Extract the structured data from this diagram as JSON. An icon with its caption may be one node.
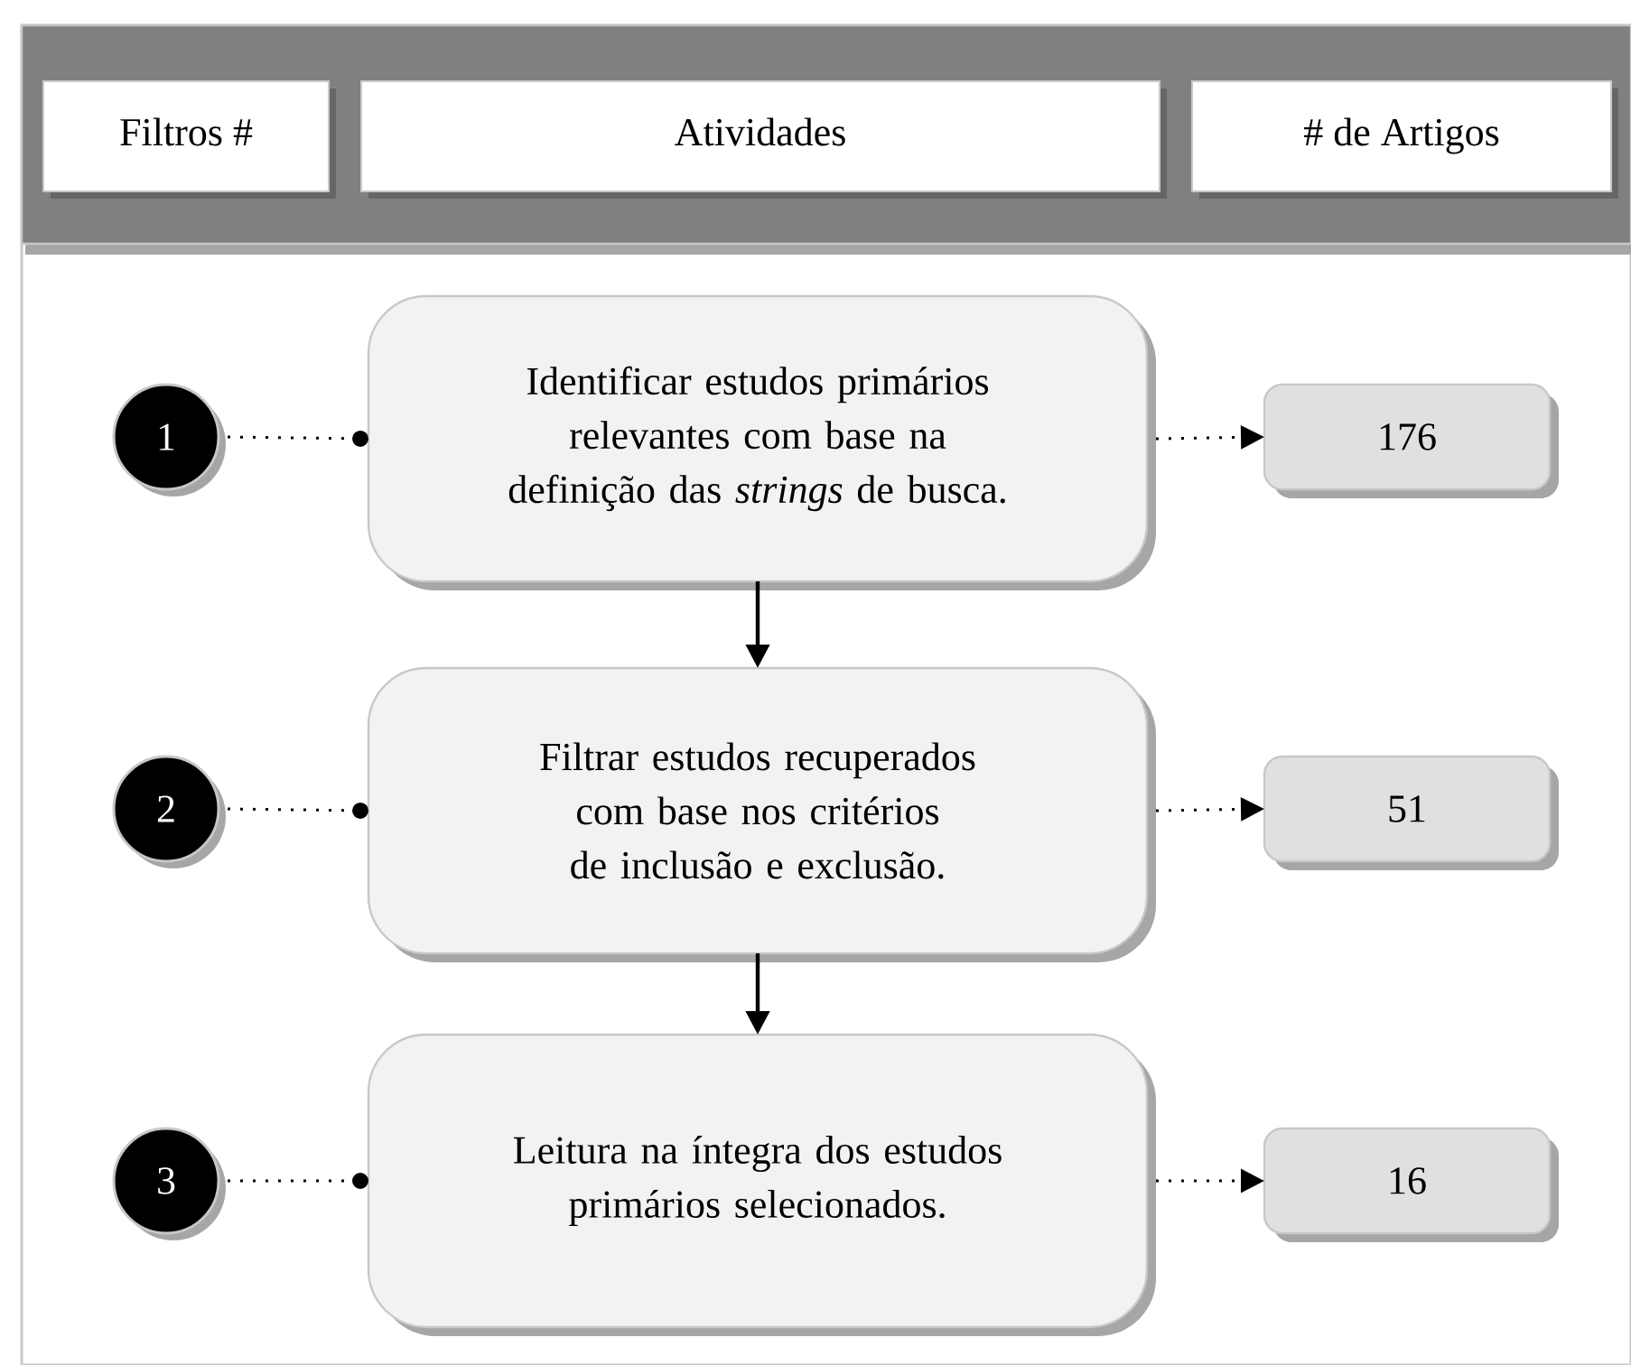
{
  "diagram": {
    "nodes": [
      {
        "text": [],
        "shape": "bar"
      },
      {
        "text": [
          "Filtros #"
        ],
        "in": 0
      },
      {
        "text": [
          "Atividades"
        ],
        "in": 0
      },
      {
        "text": [
          "# de Artigos"
        ],
        "in": 0
      },
      {
        "text": [
          "1"
        ]
      },
      {
        "text": [
          "Identificar estudos primários relevantes com base na definição das *strings* de busca."
        ]
      },
      {
        "text": [
          "176"
        ]
      },
      {
        "text": [
          "2"
        ]
      },
      {
        "text": [
          "Filtrar estudos recuperados com base nos critérios de inclusão e exclusão."
        ]
      },
      {
        "text": [
          "51"
        ]
      },
      {
        "text": [
          "3"
        ]
      },
      {
        "text": [
          "Leitura na íntegra dos estudos primários selecionados."
        ]
      },
      {
        "text": [
          "16"
        ]
      }
    ],
    "edges": [
      {
        "from": 4,
        "to": 5,
        "arrow": "other",
        "style": "dashed"
      },
      {
        "from": 5,
        "to": 6,
        "arrow": "to",
        "style": "dashed"
      },
      {
        "from": 5,
        "to": 8,
        "arrow": "to"
      },
      {
        "from": 7,
        "to": 8,
        "arrow": "other",
        "style": "dashed"
      },
      {
        "from": 8,
        "to": 9,
        "arrow": "to",
        "style": "dashed"
      },
      {
        "from": 8,
        "to": 11,
        "arrow": "to"
      },
      {
        "from": 10,
        "to": 11,
        "arrow": "other",
        "style": "dashed"
      },
      {
        "from": 11,
        "to": 12,
        "arrow": "to",
        "style": "dashed"
      }
    ]
  }
}
